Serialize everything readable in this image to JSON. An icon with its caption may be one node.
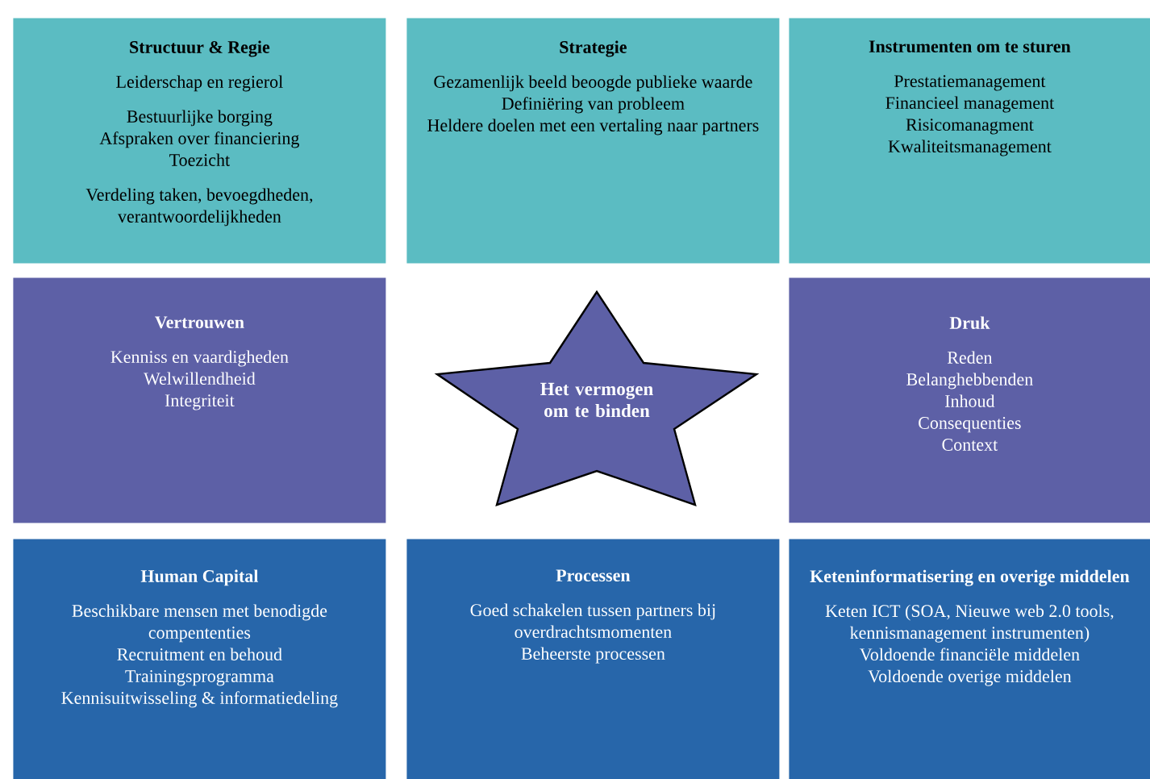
{
  "diagram": {
    "nodes": [
      {
        "text": [
          "Structuur & Regie",
          "Leiderschap en regierol",
          "Bestuurlijke borging",
          "Afspraken over financiering",
          "Toezicht",
          "Verdeling taken, bevoegdheden, verantwoordelijkheden"
        ]
      },
      {
        "text": [
          "Strategie",
          "Gezamenlijk beeld beoogde publieke waarde",
          "Definiëring van probleem",
          "Heldere doelen met een vertaling naar partners"
        ]
      },
      {
        "text": [
          "Instrumenten om te sturen",
          "Prestatiemanagement",
          "Financieel management",
          "Risicomanagment",
          "Kwaliteitsmanagement"
        ]
      },
      {
        "text": [
          "Vertrouwen",
          "Kenniss en vaardigheden",
          "Welwillendheid",
          "Integriteit"
        ]
      },
      {
        "text": [
          "Het vermogen om te binden"
        ]
      },
      {
        "text": [
          "Druk",
          "Reden",
          "Belanghebbenden",
          "Inhoud",
          "Consequenties",
          "Context"
        ]
      },
      {
        "text": [
          "Human Capital",
          "Beschikbare mensen met benodigde compententies",
          "Recruitment en behoud",
          "Trainingsprogramma",
          "Kennisuitwisseling & informatiedeling"
        ]
      },
      {
        "text": [
          "Processen",
          "Goed schakelen tussen partners bij overdrachtsmomenten",
          "Beheerste processen"
        ]
      },
      {
        "text": [
          "Keteninformatisering en overige middelen",
          "Keten ICT (SOA, Nieuwe web 2.0 tools, kennismanagement instrumenten)",
          "Voldoende financiële middelen",
          "Voldoende overige middelen"
        ]
      }
    ]
  }
}
